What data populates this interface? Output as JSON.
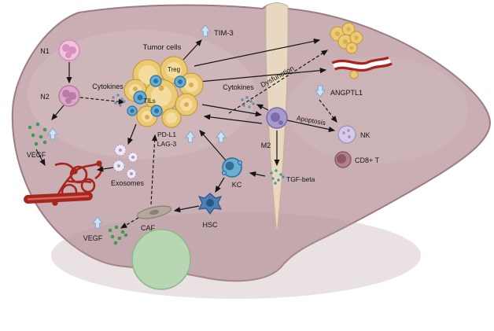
{
  "labels": {
    "n1": "N1",
    "n2": "N2",
    "cytokines_left": "Cytokines",
    "cytokines_right": "Cytokines",
    "vegf_left": "VEGF",
    "vegf_bottom": "VEGF",
    "tumor_cells": "Tumor cells",
    "treg": "Treg",
    "tils": "TILs",
    "pd_l1": "PD-L1",
    "lag_3": "LAG-3",
    "tim_3": "TIM-3",
    "dysfunction": "Dysfunction",
    "angptl1": "ANGPTL1",
    "apoptosis": "Apoptosis",
    "nk": "NK",
    "cd8_t": "CD8+ T",
    "m2": "M2",
    "tgf_beta": "TGF-beta",
    "kc": "KC",
    "hsc": "HSC",
    "caf": "CAF",
    "exosomes": "Exosomes"
  },
  "colors": {
    "liver": "#c9afb3",
    "liver_outline": "#9c7c82",
    "ligament": "#e8d8c2",
    "gallbladder": "#b7d7b2",
    "vessel_red": "#a8241d",
    "tumor_yellow": "#ecca74",
    "til_blue": "#66aed4",
    "m2_purple": "#a99ace",
    "nk_lavender": "#d6cbe6",
    "cd8_maroon": "#b2808f",
    "kc_blue": "#6aaed2",
    "hsc_blue": "#4d7fb8",
    "caf_tan": "#b5a79b",
    "chevron_blue": "#cfe3f5",
    "vegf_green": "#3e9b4f",
    "arrow_black": "#151515"
  }
}
